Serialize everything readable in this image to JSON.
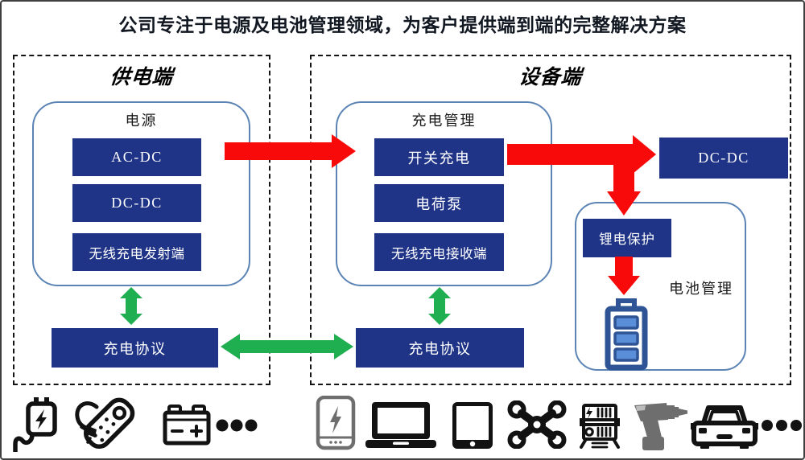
{
  "title": "公司专注于电源及电池管理领域，为客户提供端到端的完整解决方案",
  "colors": {
    "box_navy": "#1F3487",
    "group_border": "#5B84B5",
    "arrow_red": "#F80A0A",
    "arrow_green": "#1FAE50",
    "battery_cell": "#5B8ED8",
    "battery_outline": "#2E5496",
    "icon_black": "#121212",
    "icon_gray": "#6E6E6E"
  },
  "supply_panel": {
    "heading": "供电端",
    "group_label": "电源",
    "boxes": [
      "AC-DC",
      "DC-DC",
      "无线充电发射端"
    ],
    "protocol_label": "充电协议"
  },
  "device_panel": {
    "heading": "设备端",
    "group_label": "充电管理",
    "boxes": [
      "开关充电",
      "电荷泵",
      "无线充电接收端"
    ],
    "protocol_label": "充电协议",
    "dcdc_label": "DC-DC",
    "battery_group": {
      "protection_label": "锂电保护",
      "label": "电池管理"
    }
  },
  "bottom_icons": {
    "left": [
      "power-adapter",
      "power-strip",
      "car-battery",
      "ellipsis"
    ],
    "right": [
      "power-bank-phone",
      "laptop",
      "tablet",
      "drone",
      "power-supply",
      "electric-drill",
      "car",
      "ellipsis"
    ]
  }
}
